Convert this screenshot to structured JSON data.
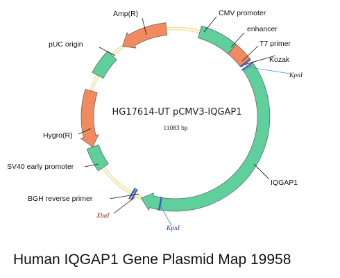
{
  "plasmid": {
    "name": "HG17614-UT pCMV3-IQGAP1",
    "size": "11083 bp"
  },
  "features": {
    "cmv_promoter": "CMV promoter",
    "enhancer": "enhancer",
    "t7_primer": "T7 primer",
    "kozak": "Kozak",
    "iqgap1": "IQGAP1",
    "bgh_reverse_primer": "BGH reverse primer",
    "sv40_early_promoter": "SV40 early promoter",
    "hygro": "Hygro(R)",
    "puc_origin": "pUC origin",
    "amp": "Amp(R)"
  },
  "sites": {
    "kpn1_top": "KpnI",
    "kpn1_bottom": "KpnI",
    "xba1": "XbaI"
  },
  "caption": "Human IQGAP1 Gene Plasmid Map 19958",
  "colors": {
    "backbone": "#f2eec0",
    "green_feature": "#5fcf9c",
    "orange_feature": "#f28a5f",
    "site_marker": "#3a5fb0",
    "xba_label": "#8b1a1a",
    "kpn_bottom_label": "#1f3f8a",
    "kpn_top_label": "#1a1a1a"
  }
}
